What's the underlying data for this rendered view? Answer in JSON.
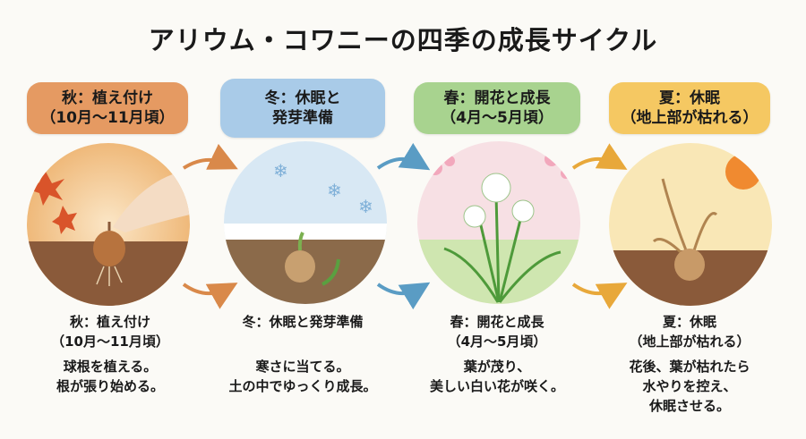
{
  "title": "アリウム・コワニーの四季の成長サイクル",
  "colors": {
    "autumn": "#e59a62",
    "winter": "#a9cbe8",
    "spring": "#a8d38f",
    "summer": "#f5c862",
    "arrow_warm": "#d9894a",
    "arrow_cool": "#5a9cc4"
  },
  "stages": [
    {
      "header_line1": "秋：植え付け",
      "header_line2": "（10月〜11月頃）",
      "caption_line1": "秋：植え付け",
      "caption_line2": "（10月〜11月頃）",
      "body": [
        "球根を植える。",
        "根が張り始める。"
      ]
    },
    {
      "header_line1": "冬：休眠と",
      "header_line2": "発芽準備",
      "caption_line1": "冬：休眠と発芽準備",
      "body": [
        "寒さに当てる。",
        "土の中でゆっくり成長。"
      ]
    },
    {
      "header_line1": "春：開花と成長",
      "header_line2": "（4月〜5月頃）",
      "caption_line1": "春：開花と成長",
      "caption_line2": "（4月〜5月頃）",
      "body": [
        "葉が茂り、",
        "美しい白い花が咲く。"
      ]
    },
    {
      "header_line1": "夏：休眠",
      "header_line2": "（地上部が枯れる）",
      "caption_line1": "夏：休眠",
      "caption_line2": "（地上部が枯れる）",
      "body": [
        "花後、葉が枯れたら",
        "水やりを控え、",
        "休眠させる。"
      ]
    }
  ]
}
